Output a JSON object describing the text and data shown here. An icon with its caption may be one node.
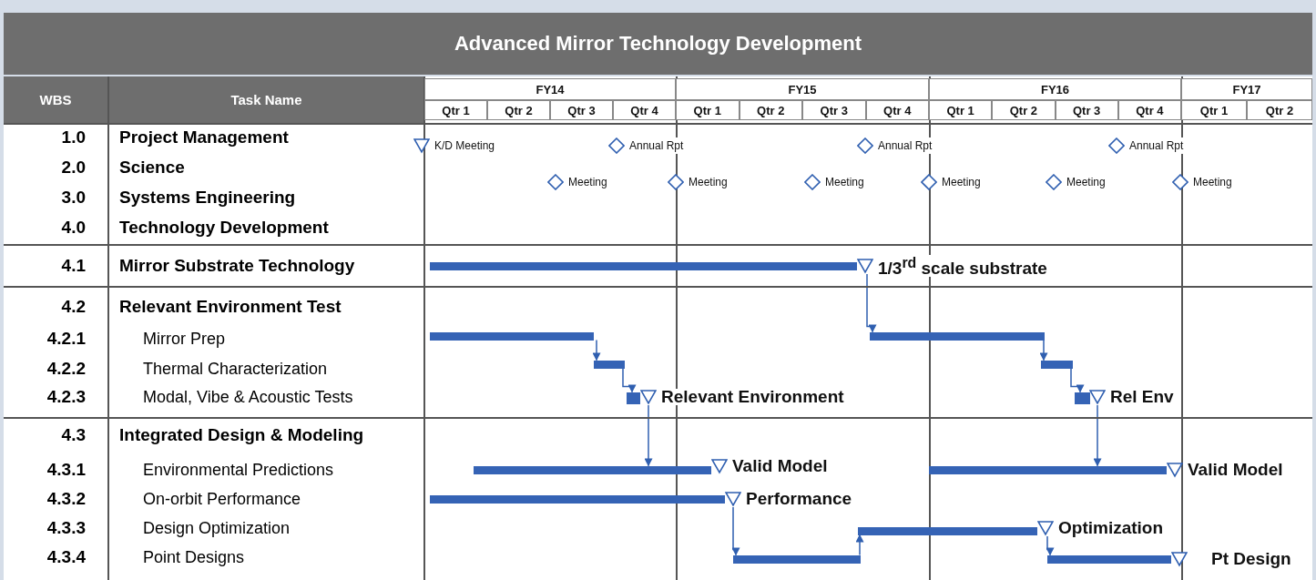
{
  "diagram": {
    "title": "Advanced Mirror Technology Development",
    "nodes": [
      {
        "text": [
          "K/D Meeting"
        ]
      },
      {
        "text": [
          "Annual Rpt"
        ]
      },
      {
        "text": [
          "Annual Rpt"
        ]
      },
      {
        "text": [
          "Annual Rpt"
        ]
      },
      {
        "text": [
          "Meeting"
        ]
      },
      {
        "text": [
          "Meeting"
        ]
      },
      {
        "text": [
          "Meeting"
        ]
      },
      {
        "text": [
          "Meeting"
        ]
      },
      {
        "text": [
          "Meeting"
        ]
      },
      {
        "text": [
          "Meeting"
        ]
      },
      {
        "text": [],
        "shape": "bar"
      },
      {
        "text": [
          "1/3$^{rd}$ scale substrate"
        ]
      },
      {
        "text": [],
        "shape": "bar"
      },
      {
        "text": [],
        "shape": "bar"
      },
      {
        "text": [],
        "shape": "bar"
      },
      {
        "text": [],
        "shape": "bar"
      },
      {
        "text": [],
        "shape": "bar"
      },
      {
        "text": [
          "Relevant Environment"
        ]
      },
      {
        "text": [],
        "shape": "bar"
      },
      {
        "text": [
          "Rel Env"
        ]
      },
      {
        "text": [],
        "shape": "bar"
      },
      {
        "text": [
          "Valid Model"
        ]
      },
      {
        "text": [],
        "shape": "bar"
      },
      {
        "text": [
          "Valid Model"
        ]
      },
      {
        "text": [],
        "shape": "bar"
      },
      {
        "text": [
          "Performance"
        ]
      },
      {
        "text": [],
        "shape": "bar"
      },
      {
        "text": [
          "Optimization"
        ]
      },
      {
        "text": [],
        "shape": "bar"
      },
      {
        "text": [],
        "shape": "bar"
      },
      {
        "text": [
          "Pt Design"
        ]
      }
    ],
    "edges": [
      {
        "from": 11,
        "to": 13,
        "arrow": "to"
      },
      {
        "from": 12,
        "to": 14,
        "arrow": "to"
      },
      {
        "from": 14,
        "to": 16,
        "arrow": "to"
      },
      {
        "from": 13,
        "to": 15,
        "arrow": "to"
      },
      {
        "from": 15,
        "to": 18,
        "arrow": "to"
      },
      {
        "from": 17,
        "to": 20,
        "arrow": "to"
      },
      {
        "from": 19,
        "to": 22,
        "arrow": "to"
      },
      {
        "from": 25,
        "to": 28,
        "arrow": "to"
      },
      {
        "from": 28,
        "to": 26,
        "arrow": "to"
      },
      {
        "from": 27,
        "to": 29,
        "arrow": "to"
      }
    ],
    "labels": [
      "WBS",
      "Task Name",
      "FY14",
      "FY15",
      "FY16",
      "FY17",
      "Qtr 1",
      "Qtr 2",
      "Qtr 3",
      "Qtr 4",
      "Qtr 1",
      "Qtr 2",
      "Qtr 3",
      "Qtr 4",
      "Qtr 1",
      "Qtr 2",
      "Qtr 3",
      "Qtr 4",
      "Qtr 1",
      "Qtr 2",
      "1.0",
      "Project Management",
      "2.0",
      "Science",
      "3.0",
      "Systems Engineering",
      "4.0",
      "Technology Development",
      "4.1",
      "Mirror Substrate Technology",
      "4.2",
      "Relevant Environment Test",
      "4.2.1",
      "Mirror Prep",
      "4.2.2",
      "Thermal Characterization",
      "4.2.3",
      "Modal, Vibe & Acoustic Tests",
      "4.3",
      "Integrated Design & Modeling",
      "4.3.1",
      "Environmental Predictions",
      "4.3.2",
      "On-orbit Performance",
      "4.3.3",
      "Design Optimization",
      "4.3.4",
      "Point Designs"
    ]
  }
}
